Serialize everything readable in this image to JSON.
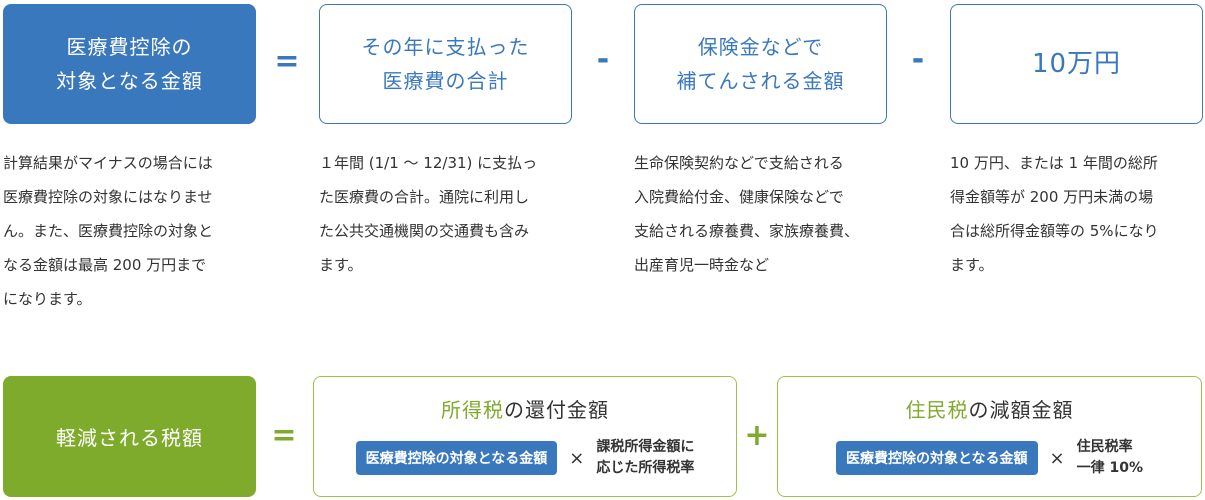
{
  "top": {
    "box1": "医療費控除の\n対象となる金額",
    "box2": "その年に支払った\n医療費の合計",
    "box3": "保険金などで\n補てんされる金額",
    "box4": "10万円",
    "op1": "=",
    "op2": "-",
    "op3": "-",
    "desc1": "計算結果がマイナスの場合には\n医療費控除の対象にはなりませ\nん。また、医療費控除の対象と\nなる金額は最高 200 万円まで\nになります。",
    "desc2": "１年間 (1/1 〜 12/31) に支払っ\nた医療費の合計。通院に利用し\nた公共交通機関の交通費も含み\nます。",
    "desc3": "生命保険契約などで支給される\n入院費給付金、健康保険などで\n支給される療養費、家族療養費、\n出産育児一時金など",
    "desc4": "10 万円、または 1 年間の総所\n得金額等が 200 万円未満の場\n合は総所得金額等の 5%になり\nます。"
  },
  "bottom": {
    "label": "軽減される税額",
    "op1": "=",
    "op2": "+",
    "income_tax": {
      "title_hl": "所得税",
      "title_rest": "の還付金額",
      "pill": "医療費控除の対象となる金額",
      "times": "×",
      "rate": "課税所得金額に\n応じた所得税率"
    },
    "resident_tax": {
      "title_hl": "住民税",
      "title_rest": "の減額金額",
      "pill": "医療費控除の対象となる金額",
      "times": "×",
      "rate": "住民税率\n一律 10%"
    }
  },
  "colors": {
    "blue": "#3a78be",
    "green": "#7fab2d"
  }
}
